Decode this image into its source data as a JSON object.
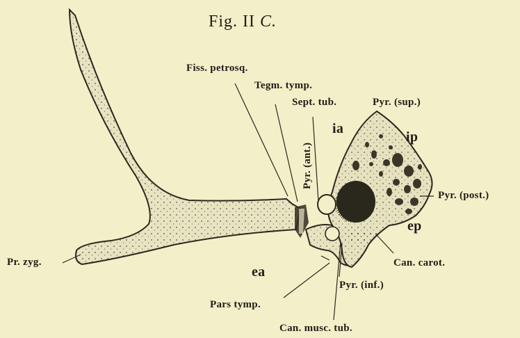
{
  "figure": {
    "title_main": "Fig. II",
    "title_letter": "C."
  },
  "labels": {
    "fiss_petrosq": "Fiss. petrosq.",
    "tegm_tymp": "Tegm. tymp.",
    "sept_tub": "Sept. tub.",
    "pyr_sup": "Pyr. (sup.)",
    "pyr_ant": "Pyr. (ant.)",
    "ia": "ia",
    "ip": "ip",
    "pyr_post": "Pyr. (post.)",
    "ep": "ep",
    "can_carot": "Can. carot.",
    "pr_zyg": "Pr. zyg.",
    "ea": "ea",
    "pyr_inf": "Pyr. (inf.)",
    "pars_tymp": "Pars tymp.",
    "can_musc_tub": "Can. musc. tub."
  }
}
